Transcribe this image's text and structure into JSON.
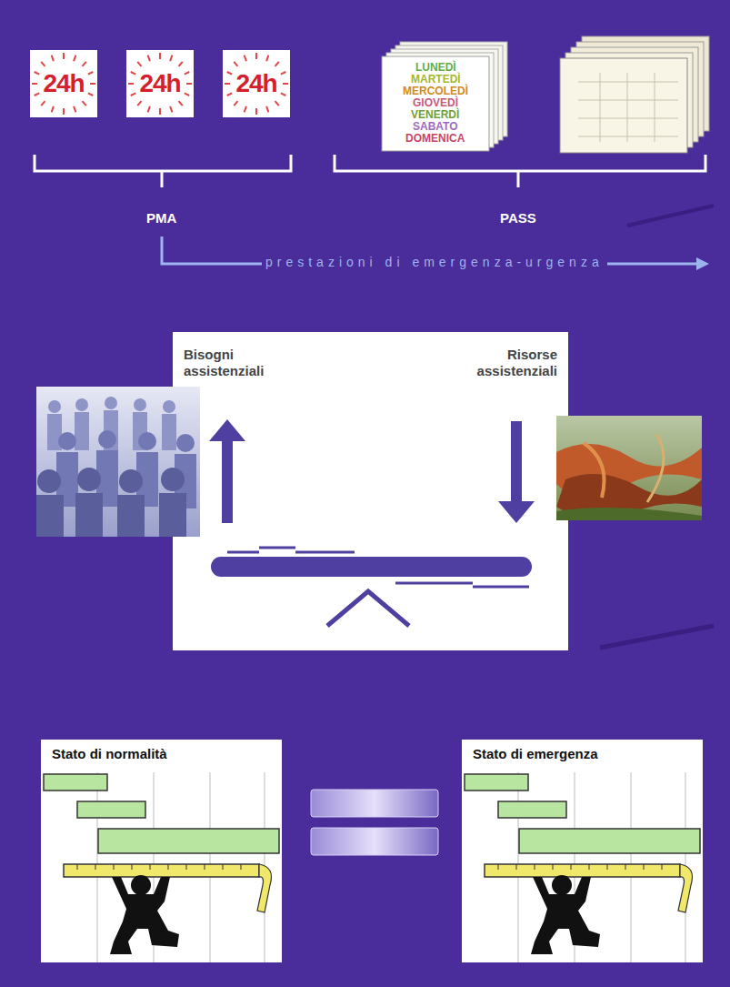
{
  "diagram": {
    "nodes": [
      {
        "text": [
          "24h"
        ]
      },
      {
        "text": [
          "24h"
        ]
      },
      {
        "text": [
          "24h"
        ]
      },
      {
        "text": [
          "Bisogni assistenziali",
          "Risorse assistenziali"
        ]
      },
      {
        "text": [
          "Stato di normalità"
        ]
      },
      {
        "text": [
          "Stato di emergenza"
        ]
      }
    ],
    "labels": [
      "LUNEDÌ",
      "MARTEDÌ",
      "MERCOLEDÌ",
      "GIOVEDÌ",
      "VENERDÌ",
      "SABATO",
      "DOMENICA",
      "PMA",
      "PASS",
      "prestazioni di emergenza-urgenza"
    ]
  }
}
